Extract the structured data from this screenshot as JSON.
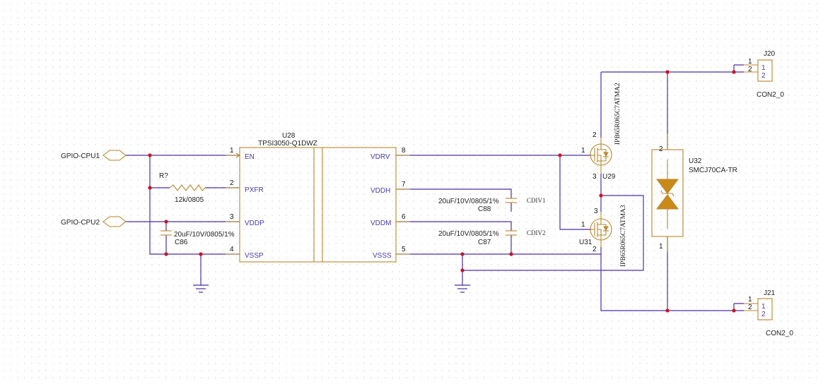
{
  "u28": {
    "ref": "U28",
    "part": "TPSI3050-Q1DWZ",
    "left_pins": [
      {
        "num": "1",
        "name": "EN"
      },
      {
        "num": "2",
        "name": "PXFR"
      },
      {
        "num": "3",
        "name": "VDDP"
      },
      {
        "num": "4",
        "name": "VSSP"
      }
    ],
    "right_pins": [
      {
        "num": "8",
        "name": "VDRV"
      },
      {
        "num": "7",
        "name": "VDDH"
      },
      {
        "num": "6",
        "name": "VDDM"
      },
      {
        "num": "5",
        "name": "VSSS"
      }
    ]
  },
  "ports": {
    "gpio1": "GPIO-CPU1",
    "gpio2": "GPIO-CPU2"
  },
  "resistor": {
    "ref": "R?",
    "value": "12k/0805"
  },
  "c86": {
    "ref": "C86",
    "value": "20uF/10V/0805/1%"
  },
  "c88": {
    "ref": "C88",
    "value": "20uF/10V/0805/1%",
    "net": "CDIV1"
  },
  "c87": {
    "ref": "C87",
    "value": "20uF/10V/0805/1%",
    "net": "CDIV2"
  },
  "u29": {
    "ref": "U29",
    "part": "IPB65R065C7ATMA2",
    "pin_g": "1",
    "pin_d": "2",
    "pin_s": "3"
  },
  "u31": {
    "ref": "U31",
    "part": "IPB65R065C7ATMA3",
    "pin_g": "1",
    "pin_d": "3",
    "pin_s": "2"
  },
  "u32": {
    "ref": "U32",
    "part": "SMCJ70CA-TR",
    "pin_top": "2",
    "pin_bot": "1"
  },
  "j20": {
    "ref": "J20",
    "part": "CON2_0",
    "p1": "1",
    "p2": "2"
  },
  "j21": {
    "ref": "J21",
    "part": "CON2_0",
    "p1": "1",
    "p2": "2"
  },
  "colors": {
    "wire": "#4b2fa6",
    "part": "#b8862a",
    "junction": "#d0101d",
    "pin_name": "#4a3aa8"
  }
}
